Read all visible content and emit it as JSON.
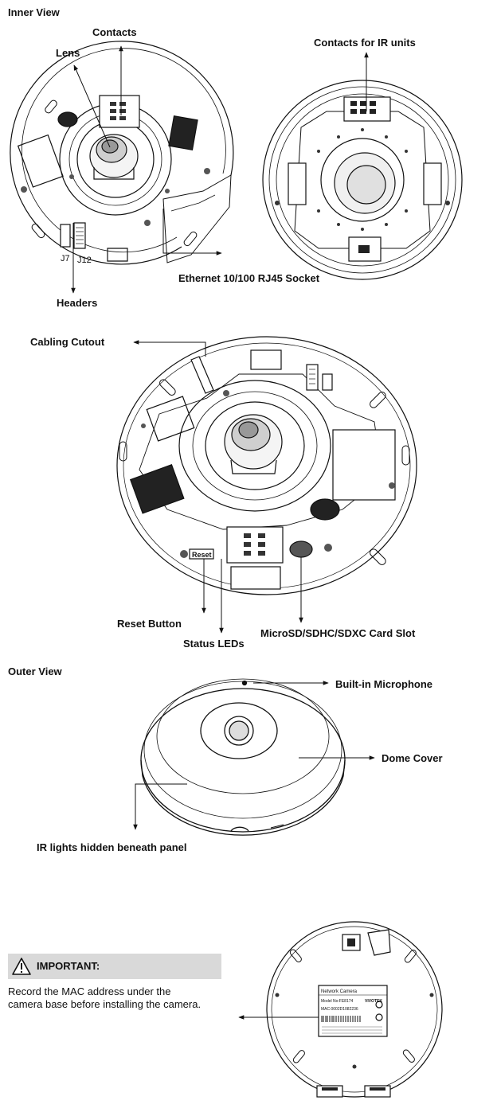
{
  "sections": {
    "inner_view": "Inner View",
    "outer_view": "Outer View"
  },
  "labels": {
    "contacts": "Contacts",
    "lens": "Lens",
    "contacts_ir": "Contacts for IR units",
    "ethernet": "Ethernet 10/100 RJ45 Socket",
    "headers": "Headers",
    "j7": "J7",
    "j12": "J12",
    "cabling_cutout": "Cabling Cutout",
    "reset_button": "Reset Button",
    "status_leds": "Status LEDs",
    "card_slot": "MicroSD/SDHC/SDXC Card Slot",
    "microphone": "Built-in Microphone",
    "dome_cover": "Dome Cover",
    "ir_lights": "IR lights hidden beneath panel",
    "reset_silk": "Reset"
  },
  "important": {
    "title": "IMPORTANT:",
    "line1": "Record the MAC address under the",
    "line2": "camera base before installing the camera."
  },
  "mac_label": {
    "brand": "VIVOTEK",
    "product": "Network Camera",
    "model": "Model No:FE8174",
    "mac": "MAC:0002D1082236"
  },
  "icons": {
    "warning": "warning-triangle-icon"
  }
}
